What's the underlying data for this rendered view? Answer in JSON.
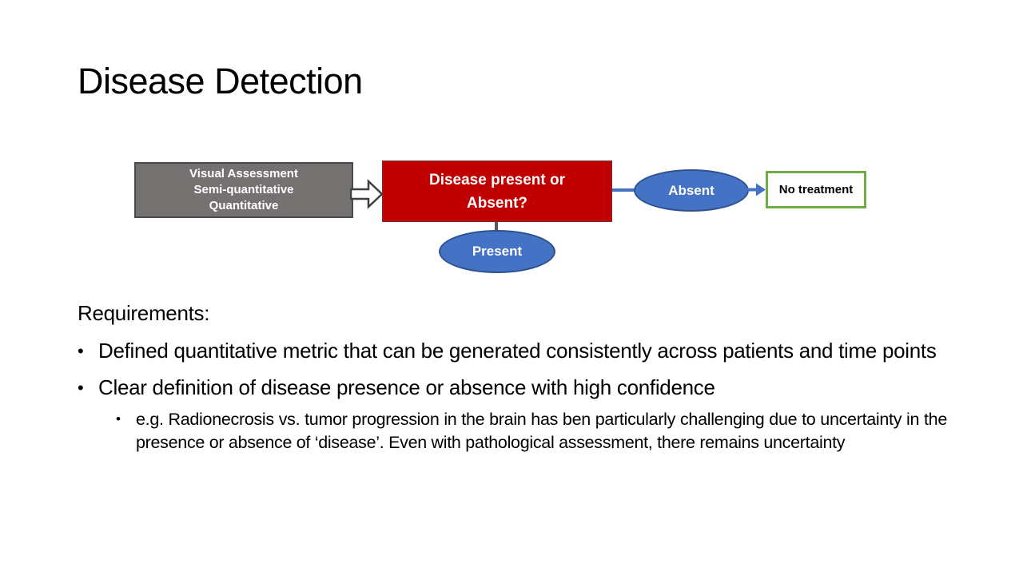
{
  "slide": {
    "title": "Disease Detection",
    "diagram": {
      "assessment_box_lines": [
        "Visual Assessment",
        "Semi-quantitative",
        "Quantitative"
      ],
      "decision_box_label": "Disease present or Absent?",
      "absent_label": "Absent",
      "present_label": "Present",
      "no_treatment_label": "No treatment",
      "colors": {
        "assessment_box_fill": "#767171",
        "decision_box_fill": "#C00000",
        "ellipse_fill": "#4472C4",
        "ellipse_border": "#2F528F",
        "no_treatment_border": "#70AD47"
      }
    },
    "body": {
      "requirements_label": "Requirements:",
      "bullet_glyph": "•",
      "bullets": [
        "Defined quantitative metric that can be generated consistently across patients and time points",
        "Clear definition of disease presence or absence with high confidence"
      ],
      "sub_bullets": [
        "e.g. Radionecrosis vs. tumor progression in the brain has ben particularly challenging due to uncertainty in the presence or absence of ‘disease’. Even with pathological assessment, there remains uncertainty"
      ]
    }
  }
}
